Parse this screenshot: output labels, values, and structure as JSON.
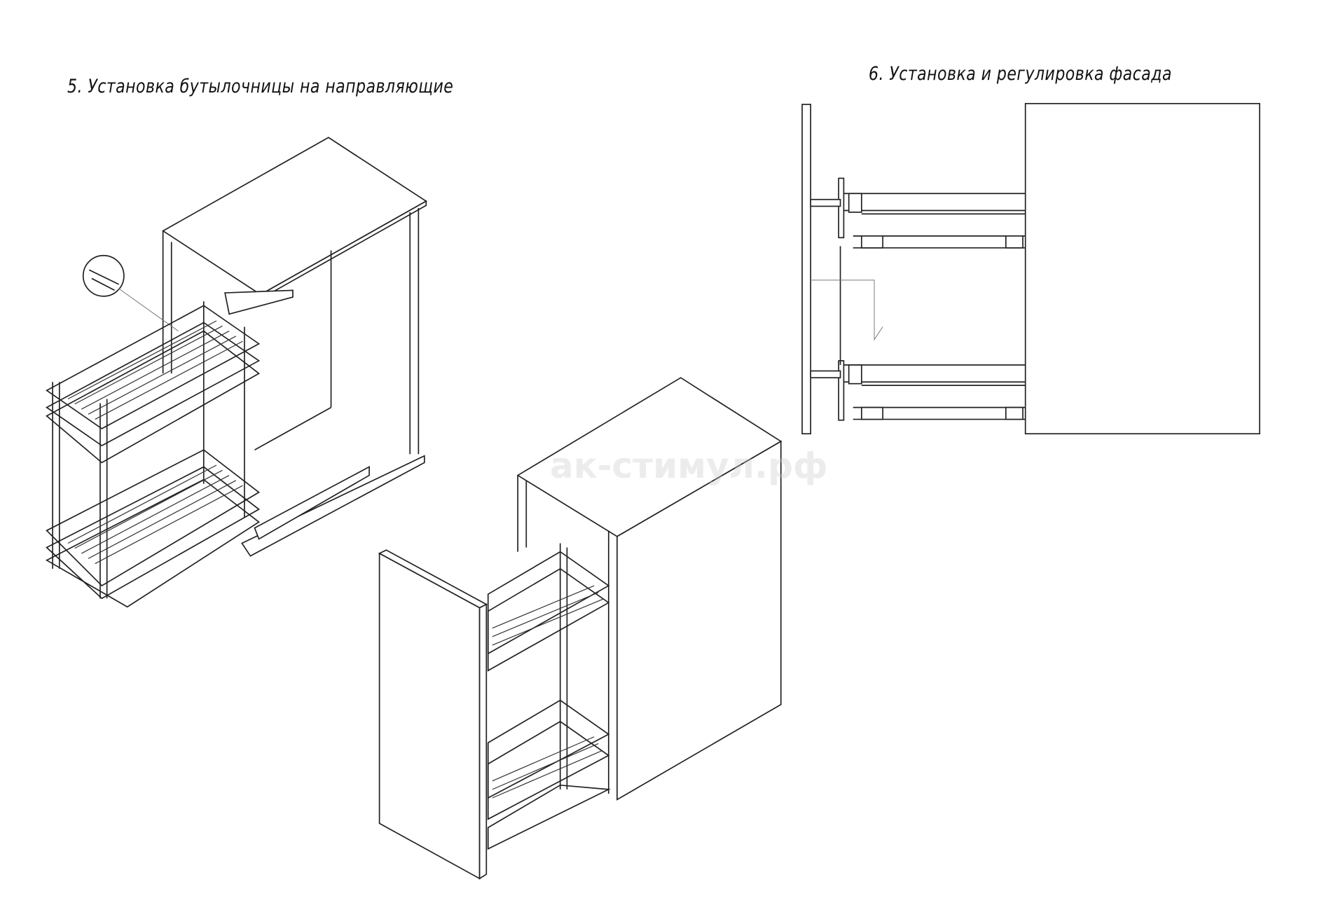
{
  "step5": {
    "title": "5. Установка бутылочницы на направляющие"
  },
  "step6": {
    "title": "6. Установка и регулировка фасада"
  },
  "watermark": "ак-стимул.рф"
}
